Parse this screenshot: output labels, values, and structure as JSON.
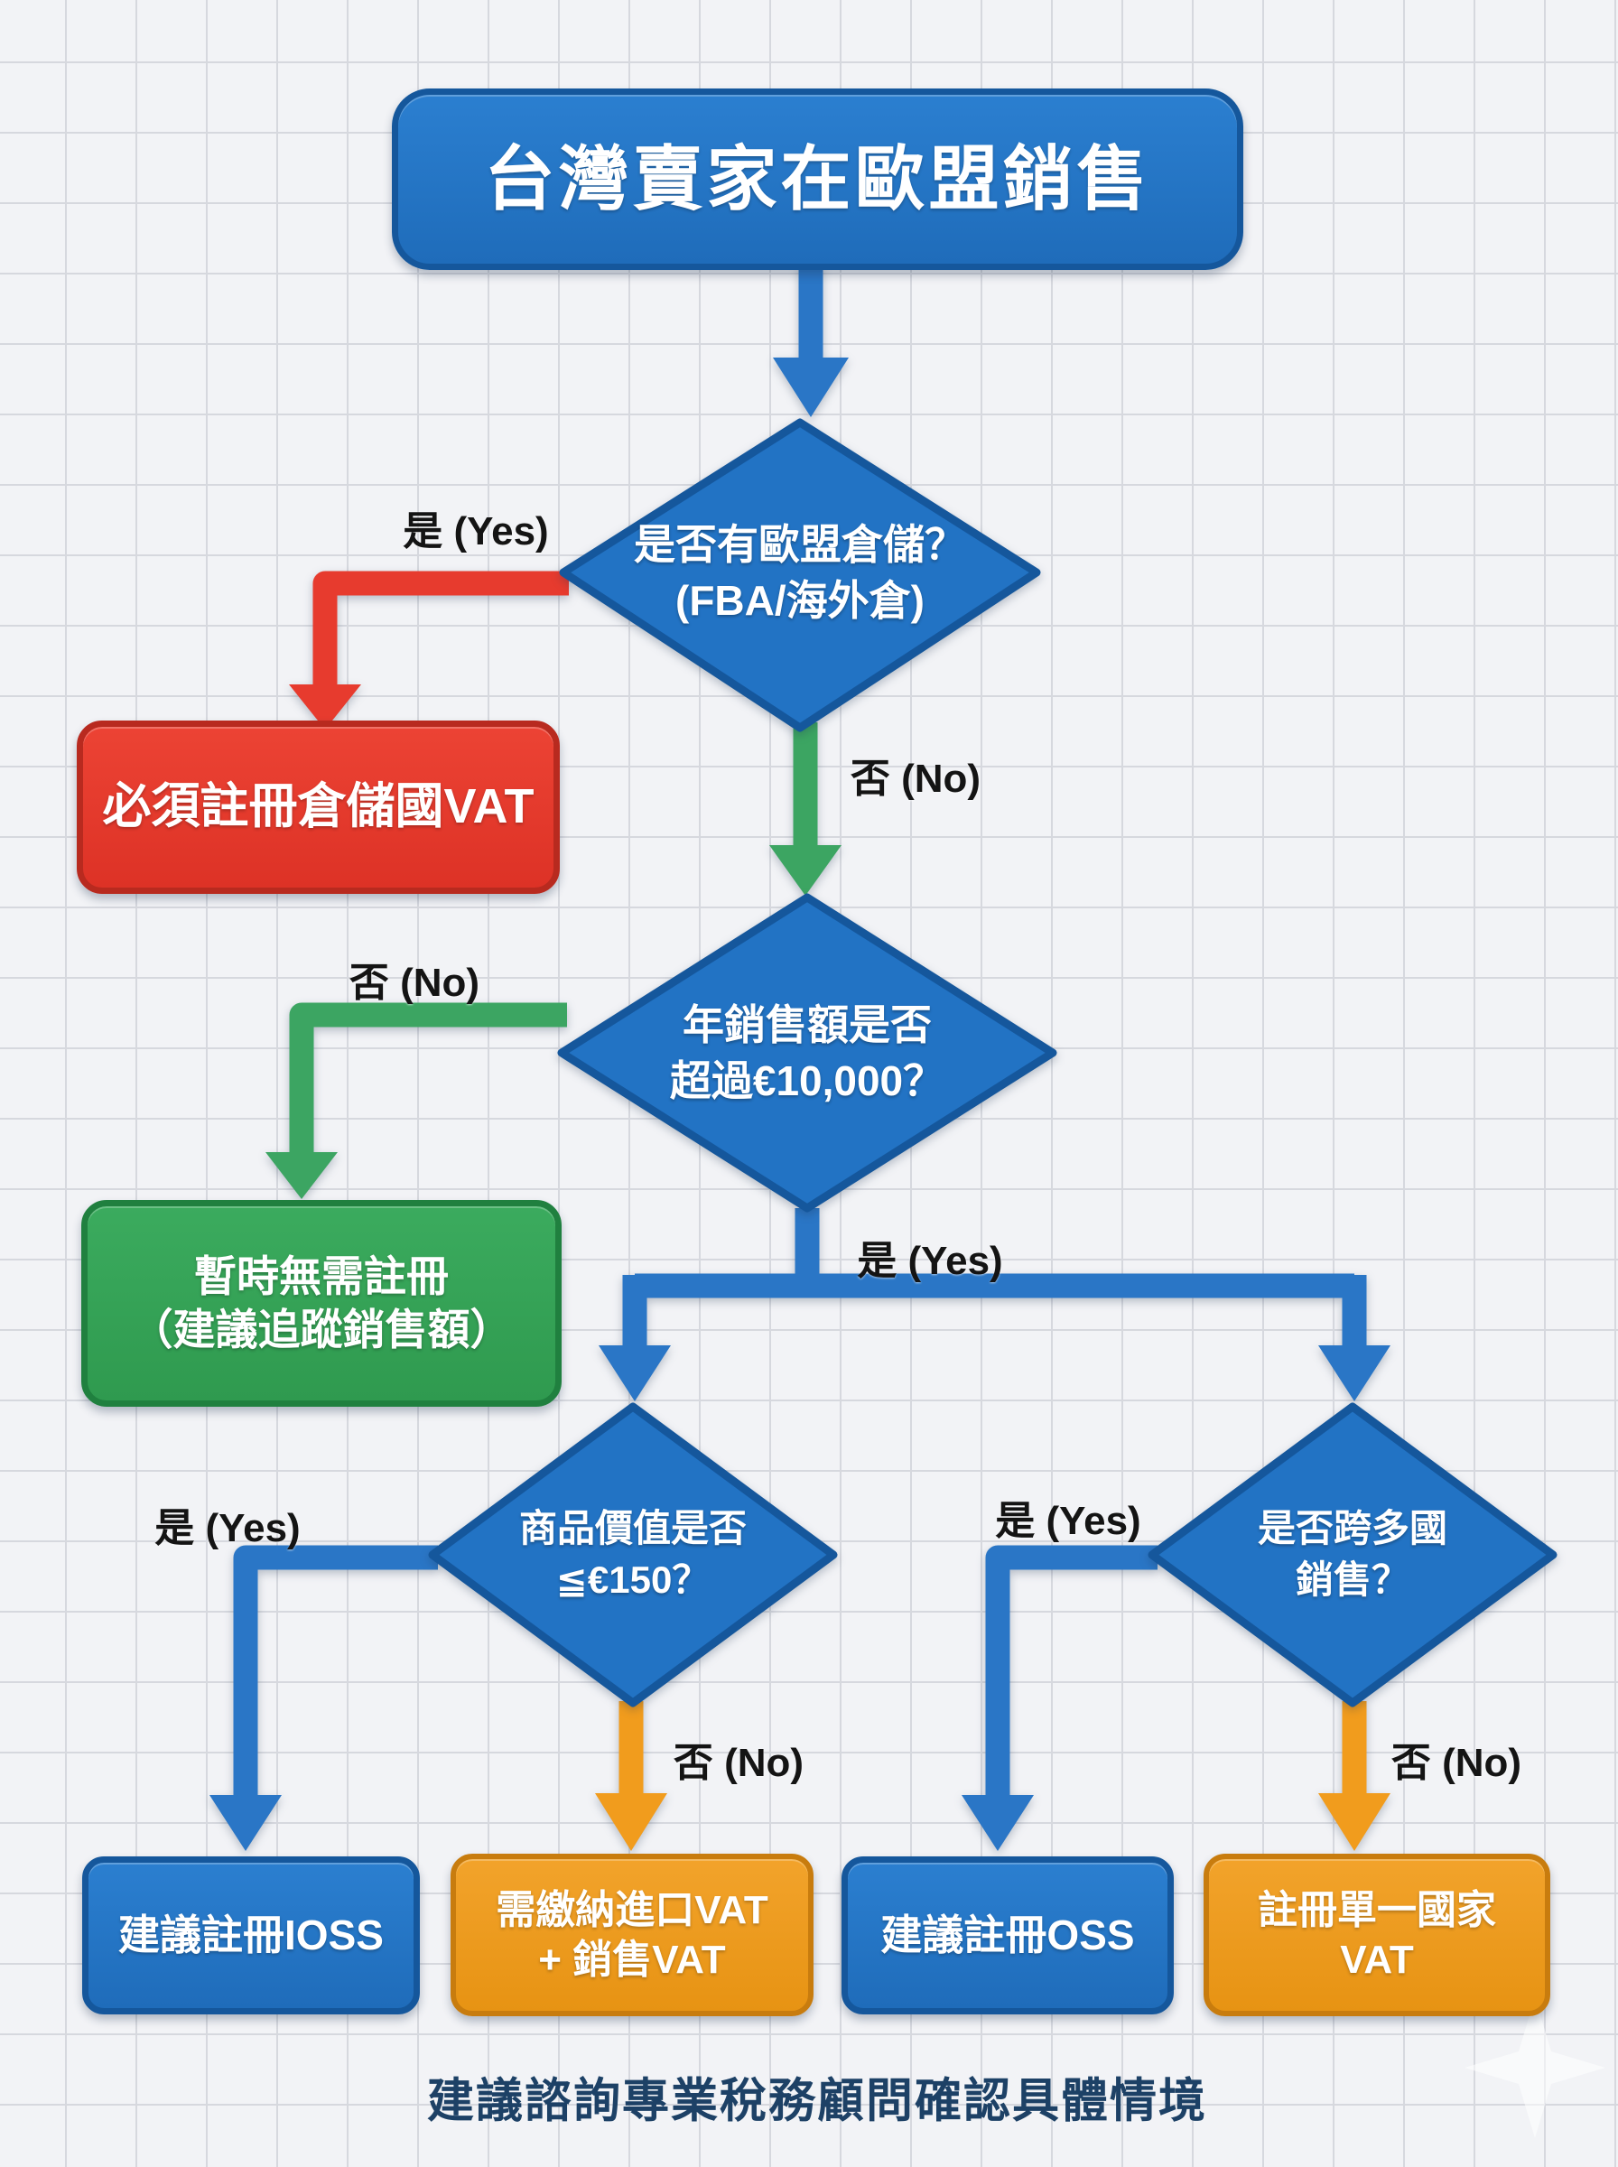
{
  "title": "台灣賣家在歐盟銷售",
  "labels": {
    "yes": "是 (Yes)",
    "no": "否 (No)"
  },
  "decisions": {
    "warehouse": {
      "line1": "是否有歐盟倉儲？",
      "line2": "(FBA/海外倉)"
    },
    "threshold": {
      "line1": "年銷售額是否",
      "line2": "超過€10,000？"
    },
    "value150": {
      "line1": "商品價值是否",
      "line2": "≦€150？"
    },
    "multi_country": {
      "line1": "是否跨多國",
      "line2": "銷售？"
    }
  },
  "outcomes": {
    "warehouse_vat": "必須註冊倉儲國VAT",
    "no_register": {
      "line1": "暫時無需註冊",
      "line2": "（建議追蹤銷售額）"
    },
    "ioss": "建議註冊IOSS",
    "import_vat": {
      "line1": "需繳納進口VAT",
      "line2": "+ 銷售VAT"
    },
    "oss": "建議註冊OSS",
    "single_vat": {
      "line1": "註冊單一國家",
      "line2": "VAT"
    }
  },
  "footer": "建議諮詢專業稅務顧問確認具體情境",
  "colors": {
    "blue": "#2273c4",
    "blue_border": "#15579c",
    "red": "#e7392c",
    "red_border": "#b82a1f",
    "green": "#35a257",
    "green_border": "#20803f",
    "orange": "#ec9a20",
    "orange_border": "#c87c0e",
    "edge_label": "#141414",
    "footer_text": "#1d4166",
    "background": "#f2f3f6",
    "grid_line": "#d6d8de"
  }
}
